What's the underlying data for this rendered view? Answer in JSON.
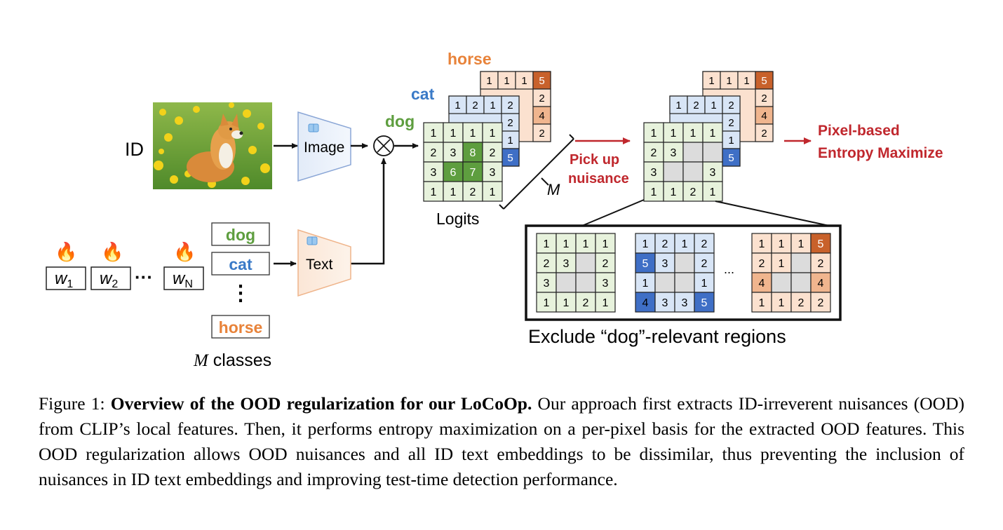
{
  "figure": {
    "id_label": "ID",
    "image_encoder_label": "Image",
    "text_encoder_label": "Text",
    "multiply_symbol": "⊗",
    "logits_label": "Logits",
    "m_label": "M",
    "classes_label_var": "M",
    "classes_label_text": " classes",
    "prompt_tokens": [
      {
        "base": "w",
        "sub": "1"
      },
      {
        "base": "w",
        "sub": "2"
      },
      {
        "base": "w",
        "sub": "N"
      }
    ],
    "prompt_ellipsis": "···",
    "fire_icon": "fire-icon",
    "class_boxes": [
      {
        "label": "dog",
        "color": "#5e9e3f"
      },
      {
        "label": "cat",
        "color": "#3a7ac7"
      },
      {
        "label": "horse",
        "color": "#e8833a"
      }
    ],
    "class_ellipsis": "⋮",
    "stack_labels": {
      "horse": "horse",
      "cat": "cat",
      "dog": "dog"
    },
    "logit_grids": {
      "dog": [
        [
          "1",
          "1",
          "1",
          "1"
        ],
        [
          "2",
          "3",
          "8",
          "2"
        ],
        [
          "3",
          "6",
          "7",
          "3"
        ],
        [
          "1",
          "1",
          "2",
          "1"
        ]
      ],
      "cat_visible": [
        [
          "1",
          "2",
          "1",
          "2"
        ],
        [
          "",
          "",
          "",
          "2"
        ],
        [
          "",
          "",
          "",
          "1"
        ],
        [
          "",
          "",
          "",
          "5"
        ]
      ],
      "horse_visible": [
        [
          "1",
          "1",
          "1",
          "5"
        ],
        [
          "",
          "",
          "",
          "2"
        ],
        [
          "",
          "",
          "",
          "4"
        ],
        [
          "",
          "",
          "",
          "2"
        ]
      ]
    },
    "nuisance_grids": {
      "dog": [
        [
          "1",
          "1",
          "1",
          "1"
        ],
        [
          "2",
          "3",
          "",
          ""
        ],
        [
          "3",
          "",
          "",
          "3"
        ],
        [
          "1",
          "1",
          "2",
          "1"
        ]
      ],
      "cat_visible": [
        [
          "1",
          "2",
          "1",
          "2"
        ],
        [
          "",
          "",
          "",
          "2"
        ],
        [
          "",
          "",
          "",
          "1"
        ],
        [
          "",
          "",
          "",
          "5"
        ]
      ],
      "horse_visible": [
        [
          "1",
          "1",
          "1",
          "5"
        ],
        [
          "",
          "",
          "",
          "2"
        ],
        [
          "",
          "",
          "",
          "4"
        ],
        [
          "",
          "",
          "",
          "2"
        ]
      ]
    },
    "pickup_label": [
      "Pick up",
      "nuisance"
    ],
    "entropy_label": [
      "Pixel-based",
      "Entropy Maximize"
    ],
    "accent_red": "#c0272d",
    "zoom_grids": {
      "dog": [
        [
          "1",
          "1",
          "1",
          "1"
        ],
        [
          "2",
          "3",
          "",
          "2"
        ],
        [
          "3",
          "",
          "",
          "3"
        ],
        [
          "1",
          "1",
          "2",
          "1"
        ]
      ],
      "cat": [
        [
          "1",
          "2",
          "1",
          "2"
        ],
        [
          "5",
          "3",
          "",
          "2"
        ],
        [
          "1",
          "",
          "",
          "1"
        ],
        [
          "4",
          "3",
          "3",
          "5"
        ]
      ],
      "horse": [
        [
          "1",
          "1",
          "1",
          "5"
        ],
        [
          "2",
          "1",
          "",
          "2"
        ],
        [
          "4",
          "",
          "",
          "4"
        ],
        [
          "1",
          "1",
          "2",
          "2"
        ]
      ]
    },
    "zoom_ellipsis": "...",
    "exclude_label": "Exclude “dog”-relevant regions"
  },
  "caption": {
    "prefix": "Figure 1:  ",
    "bold": "Overview of the OOD regularization for our LoCoOp.",
    "body": "  Our approach first extracts ID-irreverent nuisances (OOD) from CLIP’s local features. Then, it performs entropy maximization on a per-pixel basis for the extracted OOD features. This OOD regularization allows OOD nuisances and all ID text embeddings to be dissimilar, thus preventing the inclusion of nuisances in ID text embeddings and improving test-time detection performance."
  }
}
